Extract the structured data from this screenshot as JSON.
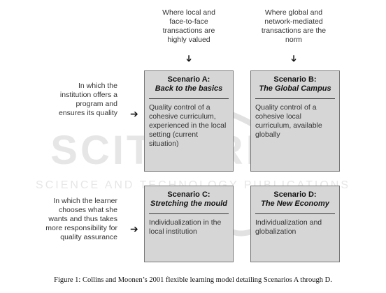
{
  "columns": [
    {
      "label": "Where local and face-to-face transactions are highly valued"
    },
    {
      "label": "Where global and network-mediated transactions are the norm"
    }
  ],
  "rows": [
    {
      "label": "In which the institution offers a program and ensures its quality"
    },
    {
      "label": "In which the learner chooses what she wants and thus takes more responsibility for quality assurance"
    }
  ],
  "arrows": {
    "down": "➔",
    "right": "➔"
  },
  "scenarios": [
    {
      "title": "Scenario A:",
      "subtitle": "Back to the basics",
      "body": "Quality control of a cohesive curriculum, experienced in the local setting (current situation)"
    },
    {
      "title": "Scenario B:",
      "subtitle": "The Global Campus",
      "body": "Quality control of a cohesive local curriculum, available globally"
    },
    {
      "title": "Scenario C:",
      "subtitle": "Stretching the mould",
      "body": "Individualization in the local institution"
    },
    {
      "title": "Scenario D:",
      "subtitle": "The New Economy",
      "body": "Individualization and globalization"
    }
  ],
  "watermark": {
    "line1": "SCITEPRESS",
    "line2": "SCIENCE AND TECHNOLOGY PUBLICATIONS"
  },
  "caption": "Figure 1: Collins and Moonen’s 2001 flexible learning model detailing Scenarios A through D."
}
